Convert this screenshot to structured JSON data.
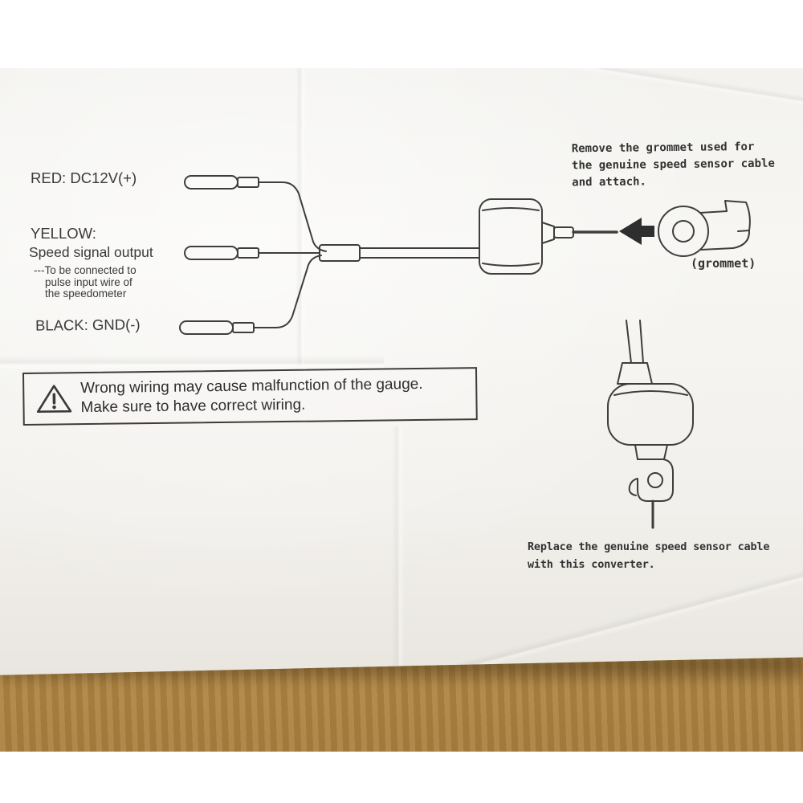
{
  "colors": {
    "ink": "#3b3b3b",
    "paper": "#f5f4f1",
    "table_wood": "#b9904c",
    "arrow": "#2e2e2e"
  },
  "icons": {
    "warning": "warning-triangle-icon",
    "attach_direction": "left-arrow-icon"
  },
  "wire_labels": {
    "red": "RED: DC12V(+)",
    "yellow_heading": "YELLOW:",
    "yellow_sub": "Speed signal output",
    "yellow_note1": "---To be connected to",
    "yellow_note2": "pulse input wire of",
    "yellow_note3": "the speedometer",
    "black": "BLACK: GND(-)"
  },
  "warning": {
    "line1": "Wrong wiring may cause malfunction of the gauge.",
    "line2": "Make sure to have correct wiring."
  },
  "grommet_instruction": {
    "line1": "Remove the grommet used for",
    "line2": "the genuine speed sensor cable",
    "line3": "and attach.",
    "caption": "(grommet)"
  },
  "converter_instruction": {
    "line1": "Replace the genuine speed sensor cable",
    "line2": "with this converter."
  }
}
